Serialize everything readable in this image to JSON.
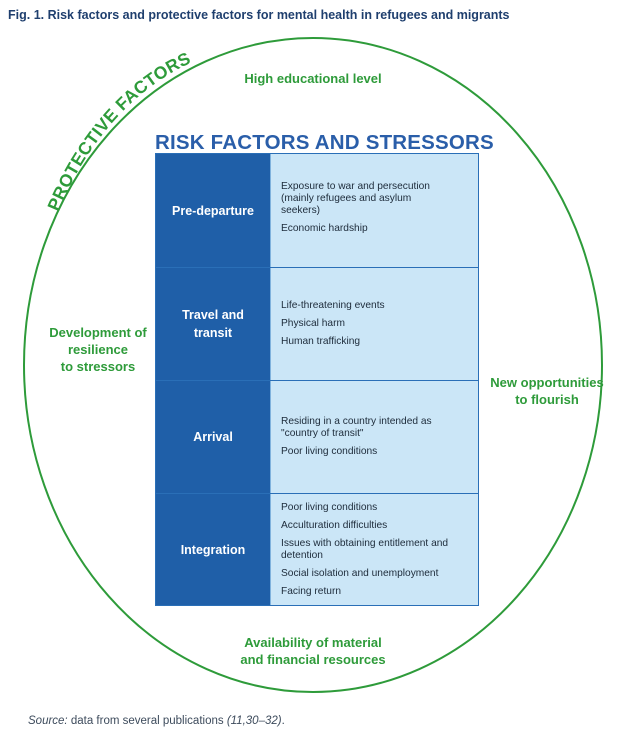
{
  "figure": {
    "title": "Fig. 1. Risk factors and protective factors for mental health in refugees and migrants"
  },
  "protective": {
    "label": "PROTECTIVE FACTORS",
    "top": "High educational level",
    "left_line1": "Development of",
    "left_line2": "resilience",
    "left_line3": "to stressors",
    "right_line1": "New opportunities",
    "right_line2": "to flourish",
    "bottom_line1": "Availability of material",
    "bottom_line2": "and financial resources"
  },
  "risk": {
    "title": "RISK FACTORS AND STRESSORS",
    "stages": [
      {
        "label_line1": "Pre-departure",
        "label_line2": "",
        "items": [
          "Exposure to war and persecution\n(mainly refugees and asylum\nseekers)",
          "Economic hardship"
        ]
      },
      {
        "label_line1": "Travel and",
        "label_line2": "transit",
        "items": [
          "Life-threatening events",
          "Physical harm",
          "Human trafficking"
        ]
      },
      {
        "label_line1": "Arrival",
        "label_line2": "",
        "items": [
          "Residing in a country intended as\n\"country of transit\"",
          "Poor living conditions"
        ]
      },
      {
        "label_line1": "Integration",
        "label_line2": "",
        "items": [
          "Poor living conditions",
          "Acculturation difficulties",
          "Issues with obtaining entitlement and\ndetention",
          "Social isolation and unemployment",
          "Facing return"
        ]
      }
    ]
  },
  "source": {
    "label": "Source:",
    "text": " data from several publications ",
    "refs": "(11,30–32)",
    "end": "."
  },
  "colors": {
    "green": "#2e9b3a",
    "stage_blue": "#1f5fa8",
    "item_blue": "#cbe6f7",
    "title_blue": "#2a5ea9"
  }
}
